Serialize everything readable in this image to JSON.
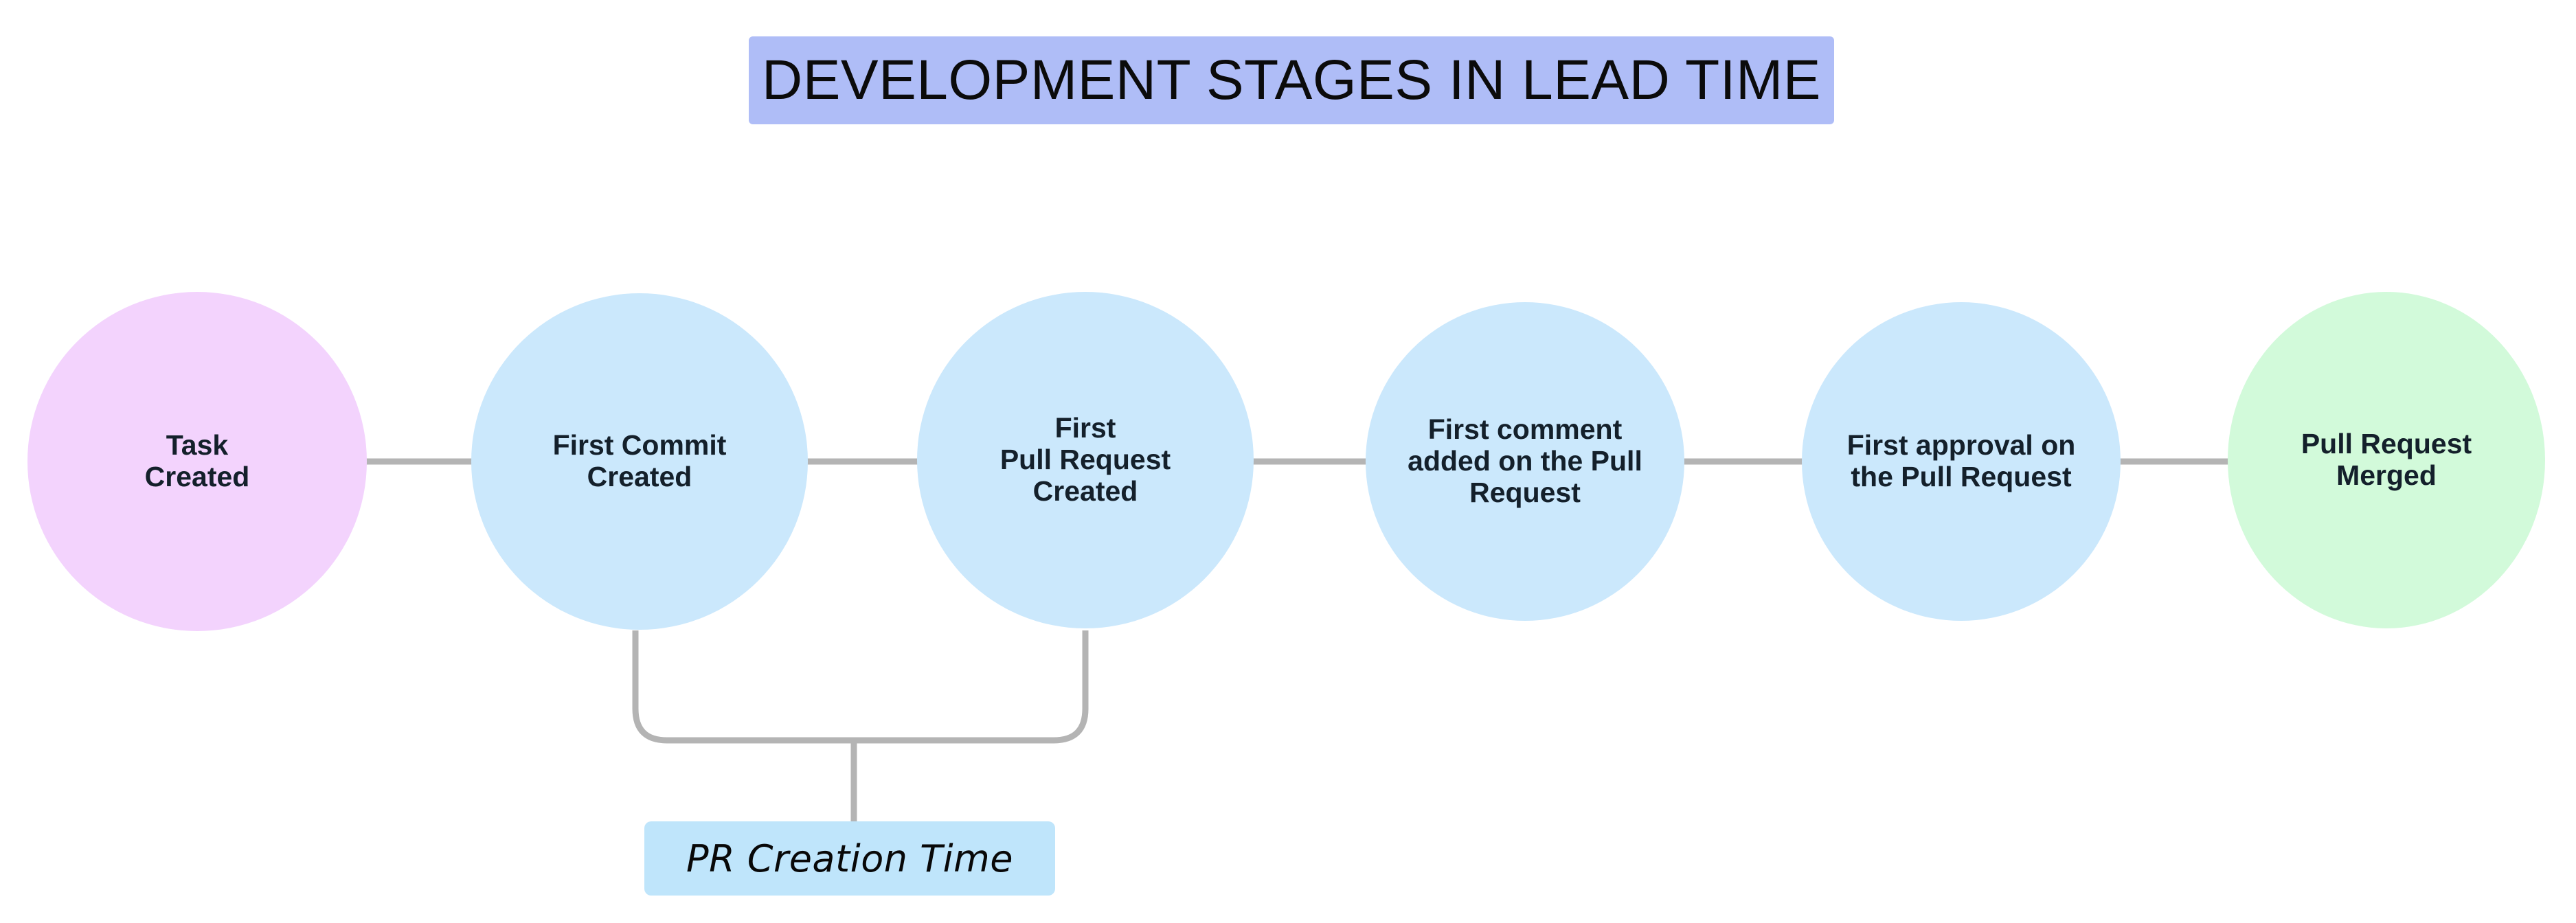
{
  "title": {
    "text": "DEVELOPMENT STAGES IN LEAD TIME",
    "background_color": "#afbdf7",
    "text_color": "#0b0b0b"
  },
  "diagram": {
    "type": "linear-flow-timeline",
    "connector_color": "#b4b4b4",
    "background_color": "#ffffff",
    "stages": [
      {
        "id": "task-created",
        "label": "Task\nCreated",
        "color": "#f3d3fd",
        "text_color": "#14202b"
      },
      {
        "id": "first-commit-created",
        "label": "First Commit\nCreated",
        "color": "#cbe8fc",
        "text_color": "#14202b"
      },
      {
        "id": "first-pull-request-created",
        "label": "First\nPull Request\nCreated",
        "color": "#cbe8fc",
        "text_color": "#14202b"
      },
      {
        "id": "first-comment-added",
        "label": "First comment\nadded on the Pull\nRequest",
        "color": "#cbe8fc",
        "text_color": "#14202b"
      },
      {
        "id": "first-approval",
        "label": "First approval on\nthe Pull Request",
        "color": "#cbe8fc",
        "text_color": "#14202b"
      },
      {
        "id": "pull-request-merged",
        "label": "Pull Request\nMerged",
        "color": "#d2fada",
        "text_color": "#14202b"
      }
    ],
    "annotations": [
      {
        "id": "pr-creation-time",
        "label": "PR Creation Time",
        "background_color": "#bfe5fb",
        "text_color": "#080808",
        "spans_from": "first-commit-created",
        "spans_to": "first-pull-request-created"
      }
    ]
  }
}
